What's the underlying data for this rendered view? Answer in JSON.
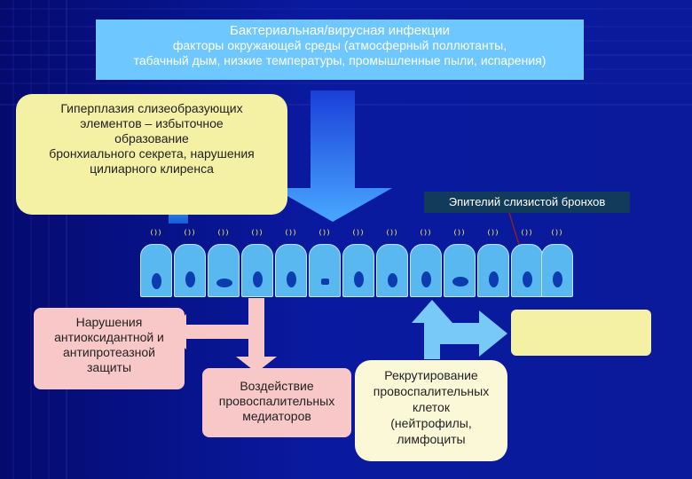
{
  "colors": {
    "background": "#0a1aa0",
    "top_box": "#6ec8ff",
    "yellow_box": "#f4f0a4",
    "pink_box": "#f8c8c8",
    "cell": "#5ab8f0",
    "nucleus": "#0b3db0",
    "cilia": "#f2ea5a"
  },
  "top_box": {
    "title": "Бактериальная/вирусная инфекции",
    "line1": "факторы окружающей среды (атмосферный поллютанты,",
    "line2": "табачный дым, низкие температуры, промышленные пыли, испарения)"
  },
  "hyperplasia": {
    "line1": "Гиперплазия  слизеобразующих",
    "line2": "элементов – избыточное",
    "line3": "образование",
    "line4": "бронхиального секрета, нарушения",
    "line5": "цилиарного клиренса"
  },
  "epithelium_label": "Эпителий слизистой бронхов",
  "cilia_glyph": "⁽⁾⁾",
  "antioxidant": {
    "line1": "Нарушения",
    "line2": "антиоксидантной и",
    "line3": "антипротеазной",
    "line4": "защиты"
  },
  "mediators": {
    "line1": "Воздействие",
    "line2": "провоспалительных",
    "line3": "медиаторов"
  },
  "recruitment": {
    "line1": "Рекрутирование",
    "line2": "провоспалительных",
    "line3": "клеток",
    "line4": "(нейтрофилы,",
    "line5": "лимфоциты"
  },
  "right_box": {
    "line1": "",
    "line2": ""
  }
}
